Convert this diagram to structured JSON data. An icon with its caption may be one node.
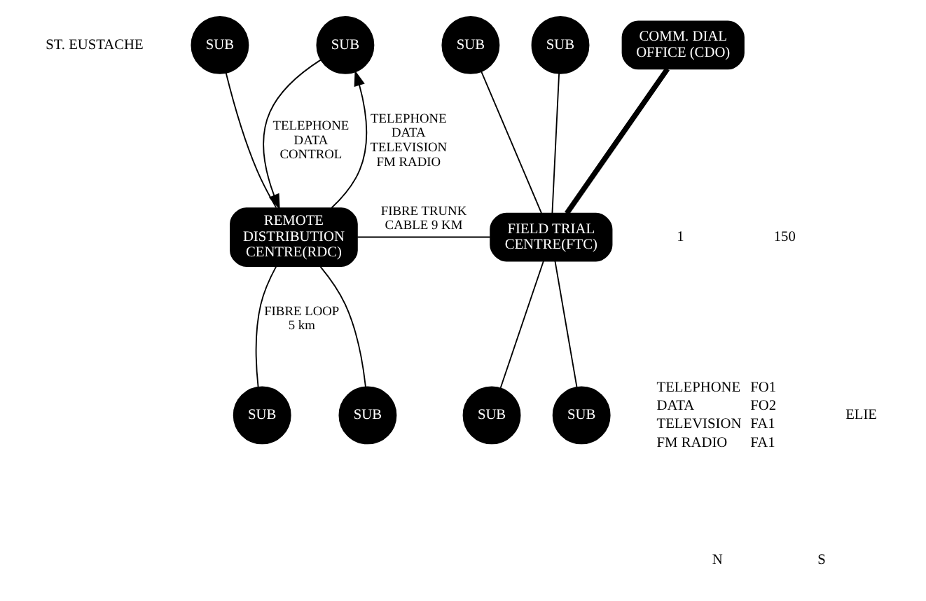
{
  "diagram": {
    "nodes": [
      {
        "text": [
          "SUB"
        ]
      },
      {
        "text": [
          "SUB"
        ]
      },
      {
        "text": [
          "REMOTE DISTRIBUTION CENTRE(RDC)"
        ]
      },
      {
        "text": [
          "SUB"
        ]
      },
      {
        "text": [
          "SUB"
        ]
      },
      {
        "text": [
          "SUB"
        ]
      },
      {
        "text": [
          "SUB"
        ]
      },
      {
        "text": [
          "COMM. DIAL OFFICE (CDO)"
        ]
      },
      {
        "text": [
          "FIELD TRIAL CENTRE(FTC)"
        ]
      },
      {
        "text": [
          "SUB"
        ]
      },
      {
        "text": [
          "SUB"
        ]
      }
    ],
    "edges": [
      {
        "from": 0,
        "to": 2,
        "arrow": "none"
      },
      {
        "from": 2,
        "to": 1,
        "arrow": "to",
        "label": "TELEPHONE DATA TELEVISION FM RADIO"
      },
      {
        "from": 1,
        "to": 2,
        "arrow": "to",
        "label": "TELEPHONE DATA CONTROL"
      },
      {
        "from": 2,
        "to": 3,
        "arrow": "none",
        "label": "FIBRE LOOP 5 km"
      },
      {
        "from": 2,
        "to": 4,
        "arrow": "none"
      },
      {
        "from": 2,
        "to": 8,
        "arrow": "none",
        "label": "FIBRE TRUNK CABLE 9 KM"
      },
      {
        "from": 5,
        "to": 8,
        "arrow": "none"
      },
      {
        "from": 7,
        "to": 8,
        "arrow": "none",
        "style": "thick"
      },
      {
        "from": 6,
        "to": 8,
        "arrow": "none"
      },
      {
        "from": 8,
        "to": 9,
        "arrow": "none"
      },
      {
        "from": 8,
        "to": 10,
        "arrow": "none"
      }
    ],
    "labels": [
      "ST. EUSTACHE",
      "1",
      "150",
      "TELEPHONE",
      "FO1",
      "DATA",
      "FO2",
      "TELEVISION",
      "FA1",
      "FM RADIO",
      "FA1",
      "ELIE",
      "N",
      "S"
    ]
  }
}
